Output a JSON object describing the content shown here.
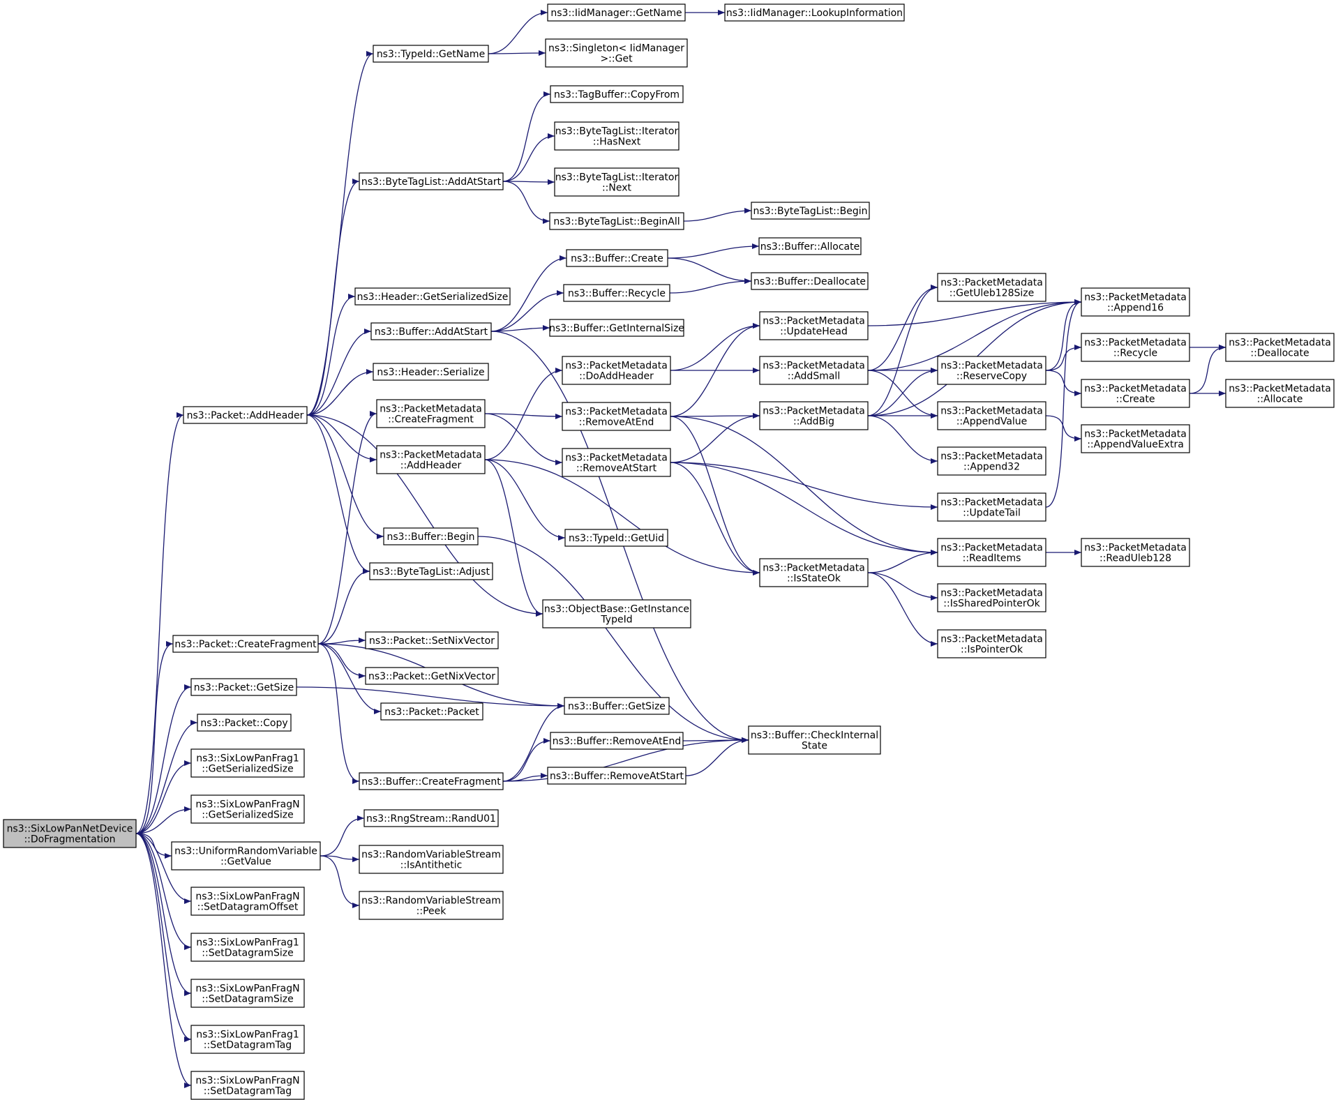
{
  "colors": {
    "edge": "#191970",
    "node_border": "#000000",
    "node_fill": "#ffffff",
    "root_fill": "#bfbfbf"
  },
  "root_id": "root",
  "nodes": [
    {
      "id": "root",
      "lines": [
        "ns3::SixLowPanNetDevice",
        "::DoFragmentation"
      ]
    },
    {
      "id": "pAddHeader",
      "lines": [
        "ns3::Packet::AddHeader"
      ]
    },
    {
      "id": "pCreateFrag",
      "lines": [
        "ns3::Packet::CreateFragment"
      ]
    },
    {
      "id": "pGetSize",
      "lines": [
        "ns3::Packet::GetSize"
      ]
    },
    {
      "id": "pCopy",
      "lines": [
        "ns3::Packet::Copy"
      ]
    },
    {
      "id": "f1GetSer",
      "lines": [
        "ns3::SixLowPanFrag1",
        "::GetSerializedSize"
      ]
    },
    {
      "id": "fNGetSer",
      "lines": [
        "ns3::SixLowPanFragN",
        "::GetSerializedSize"
      ]
    },
    {
      "id": "uniform",
      "lines": [
        "ns3::UniformRandomVariable",
        "::GetValue"
      ]
    },
    {
      "id": "fNSetOff",
      "lines": [
        "ns3::SixLowPanFragN",
        "::SetDatagramOffset"
      ]
    },
    {
      "id": "f1SetSize",
      "lines": [
        "ns3::SixLowPanFrag1",
        "::SetDatagramSize"
      ]
    },
    {
      "id": "fNSetSize",
      "lines": [
        "ns3::SixLowPanFragN",
        "::SetDatagramSize"
      ]
    },
    {
      "id": "f1SetTag",
      "lines": [
        "ns3::SixLowPanFrag1",
        "::SetDatagramTag"
      ]
    },
    {
      "id": "fNSetTag",
      "lines": [
        "ns3::SixLowPanFragN",
        "::SetDatagramTag"
      ]
    },
    {
      "id": "tidGetName",
      "lines": [
        "ns3::TypeId::GetName"
      ]
    },
    {
      "id": "btlAddAtStart",
      "lines": [
        "ns3::ByteTagList::AddAtStart"
      ]
    },
    {
      "id": "hGetSer",
      "lines": [
        "ns3::Header::GetSerializedSize"
      ]
    },
    {
      "id": "bAddAtStart",
      "lines": [
        "ns3::Buffer::AddAtStart"
      ]
    },
    {
      "id": "hSerialize",
      "lines": [
        "ns3::Header::Serialize"
      ]
    },
    {
      "id": "pmCreateFrag",
      "lines": [
        "ns3::PacketMetadata",
        "::CreateFragment"
      ]
    },
    {
      "id": "pmAddHeader",
      "lines": [
        "ns3::PacketMetadata",
        "::AddHeader"
      ]
    },
    {
      "id": "bBegin",
      "lines": [
        "ns3::Buffer::Begin"
      ]
    },
    {
      "id": "btlAdjust",
      "lines": [
        "ns3::ByteTagList::Adjust"
      ]
    },
    {
      "id": "pSetNix",
      "lines": [
        "ns3::Packet::SetNixVector"
      ]
    },
    {
      "id": "pGetNix",
      "lines": [
        "ns3::Packet::GetNixVector"
      ]
    },
    {
      "id": "pPacket",
      "lines": [
        "ns3::Packet::Packet"
      ]
    },
    {
      "id": "bCreateFrag",
      "lines": [
        "ns3::Buffer::CreateFragment"
      ]
    },
    {
      "id": "rngRand",
      "lines": [
        "ns3::RngStream::RandU01"
      ]
    },
    {
      "id": "rvsAnti",
      "lines": [
        "ns3::RandomVariableStream",
        "::IsAntithetic"
      ]
    },
    {
      "id": "rvsPeek",
      "lines": [
        "ns3::RandomVariableStream",
        "::Peek"
      ]
    },
    {
      "id": "iidGetName",
      "lines": [
        "ns3::IidManager::GetName"
      ]
    },
    {
      "id": "singleton",
      "lines": [
        "ns3::Singleton< IidManager",
        " >::Get"
      ]
    },
    {
      "id": "tbCopyFrom",
      "lines": [
        "ns3::TagBuffer::CopyFrom"
      ]
    },
    {
      "id": "btlHasNext",
      "lines": [
        "ns3::ByteTagList::Iterator",
        "::HasNext"
      ]
    },
    {
      "id": "btlNext",
      "lines": [
        "ns3::ByteTagList::Iterator",
        "::Next"
      ]
    },
    {
      "id": "btlBeginAll",
      "lines": [
        "ns3::ByteTagList::BeginAll"
      ]
    },
    {
      "id": "bCreate",
      "lines": [
        "ns3::Buffer::Create"
      ]
    },
    {
      "id": "bRecycle",
      "lines": [
        "ns3::Buffer::Recycle"
      ]
    },
    {
      "id": "bGetInternal",
      "lines": [
        "ns3::Buffer::GetInternalSize"
      ]
    },
    {
      "id": "pmDoAddHeader",
      "lines": [
        "ns3::PacketMetadata",
        "::DoAddHeader"
      ]
    },
    {
      "id": "pmRemoveAtEnd",
      "lines": [
        "ns3::PacketMetadata",
        "::RemoveAtEnd"
      ]
    },
    {
      "id": "pmRemoveAtStart",
      "lines": [
        "ns3::PacketMetadata",
        "::RemoveAtStart"
      ]
    },
    {
      "id": "tidGetUid",
      "lines": [
        "ns3::TypeId::GetUid"
      ]
    },
    {
      "id": "obGetInst",
      "lines": [
        "ns3::ObjectBase::GetInstance",
        "TypeId"
      ]
    },
    {
      "id": "bGetSize",
      "lines": [
        "ns3::Buffer::GetSize"
      ]
    },
    {
      "id": "bRemoveAtEnd",
      "lines": [
        "ns3::Buffer::RemoveAtEnd"
      ]
    },
    {
      "id": "bRemoveAtStart",
      "lines": [
        "ns3::Buffer::RemoveAtStart"
      ]
    },
    {
      "id": "iidLookup",
      "lines": [
        "ns3::IidManager::LookupInformation"
      ]
    },
    {
      "id": "btlBegin",
      "lines": [
        "ns3::ByteTagList::Begin"
      ]
    },
    {
      "id": "bAllocate",
      "lines": [
        "ns3::Buffer::Allocate"
      ]
    },
    {
      "id": "bDeallocate",
      "lines": [
        "ns3::Buffer::Deallocate"
      ]
    },
    {
      "id": "pmUpdateHead",
      "lines": [
        "ns3::PacketMetadata",
        "::UpdateHead"
      ]
    },
    {
      "id": "pmAddSmall",
      "lines": [
        "ns3::PacketMetadata",
        "::AddSmall"
      ]
    },
    {
      "id": "pmAddBig",
      "lines": [
        "ns3::PacketMetadata",
        "::AddBig"
      ]
    },
    {
      "id": "pmIsStateOk",
      "lines": [
        "ns3::PacketMetadata",
        "::IsStateOk"
      ]
    },
    {
      "id": "bCheckInternal",
      "lines": [
        "ns3::Buffer::CheckInternal",
        "State"
      ]
    },
    {
      "id": "pmGetUleb",
      "lines": [
        "ns3::PacketMetadata",
        "::GetUleb128Size"
      ]
    },
    {
      "id": "pmReserveCopy",
      "lines": [
        "ns3::PacketMetadata",
        "::ReserveCopy"
      ]
    },
    {
      "id": "pmAppendValue",
      "lines": [
        "ns3::PacketMetadata",
        "::AppendValue"
      ]
    },
    {
      "id": "pmAppend32",
      "lines": [
        "ns3::PacketMetadata",
        "::Append32"
      ]
    },
    {
      "id": "pmUpdateTail",
      "lines": [
        "ns3::PacketMetadata",
        "::UpdateTail"
      ]
    },
    {
      "id": "pmReadItems",
      "lines": [
        "ns3::PacketMetadata",
        "::ReadItems"
      ]
    },
    {
      "id": "pmIsShared",
      "lines": [
        "ns3::PacketMetadata",
        "::IsSharedPointerOk"
      ]
    },
    {
      "id": "pmIsPointer",
      "lines": [
        "ns3::PacketMetadata",
        "::IsPointerOk"
      ]
    },
    {
      "id": "pmAppend16",
      "lines": [
        "ns3::PacketMetadata",
        "::Append16"
      ]
    },
    {
      "id": "pmRecycle",
      "lines": [
        "ns3::PacketMetadata",
        "::Recycle"
      ]
    },
    {
      "id": "pmCreate",
      "lines": [
        "ns3::PacketMetadata",
        "::Create"
      ]
    },
    {
      "id": "pmAppendValueExtra",
      "lines": [
        "ns3::PacketMetadata",
        "::AppendValueExtra"
      ]
    },
    {
      "id": "pmReadUleb",
      "lines": [
        "ns3::PacketMetadata",
        "::ReadUleb128"
      ]
    },
    {
      "id": "pmDeallocate",
      "lines": [
        "ns3::PacketMetadata",
        "::Deallocate"
      ]
    },
    {
      "id": "pmAllocate",
      "lines": [
        "ns3::PacketMetadata",
        "::Allocate"
      ]
    }
  ],
  "edges": [
    [
      "root",
      "pAddHeader"
    ],
    [
      "root",
      "pCreateFrag"
    ],
    [
      "root",
      "pGetSize"
    ],
    [
      "root",
      "pCopy"
    ],
    [
      "root",
      "f1GetSer"
    ],
    [
      "root",
      "fNGetSer"
    ],
    [
      "root",
      "uniform"
    ],
    [
      "root",
      "fNSetOff"
    ],
    [
      "root",
      "f1SetSize"
    ],
    [
      "root",
      "fNSetSize"
    ],
    [
      "root",
      "f1SetTag"
    ],
    [
      "root",
      "fNSetTag"
    ],
    [
      "pAddHeader",
      "tidGetName"
    ],
    [
      "pAddHeader",
      "btlAddAtStart"
    ],
    [
      "pAddHeader",
      "hGetSer"
    ],
    [
      "pAddHeader",
      "bAddAtStart"
    ],
    [
      "pAddHeader",
      "hSerialize"
    ],
    [
      "pAddHeader",
      "pmAddHeader"
    ],
    [
      "pAddHeader",
      "bBegin"
    ],
    [
      "pAddHeader",
      "btlAdjust"
    ],
    [
      "pAddHeader",
      "obGetInst"
    ],
    [
      "pCreateFrag",
      "pmCreateFrag"
    ],
    [
      "pCreateFrag",
      "btlAdjust"
    ],
    [
      "pCreateFrag",
      "pSetNix"
    ],
    [
      "pCreateFrag",
      "pGetNix"
    ],
    [
      "pCreateFrag",
      "pPacket"
    ],
    [
      "pCreateFrag",
      "bCreateFrag"
    ],
    [
      "pCreateFrag",
      "bGetSize"
    ],
    [
      "pGetSize",
      "bGetSize"
    ],
    [
      "uniform",
      "rngRand"
    ],
    [
      "uniform",
      "rvsAnti"
    ],
    [
      "uniform",
      "rvsPeek"
    ],
    [
      "tidGetName",
      "iidGetName"
    ],
    [
      "tidGetName",
      "singleton"
    ],
    [
      "iidGetName",
      "iidLookup"
    ],
    [
      "btlAddAtStart",
      "tbCopyFrom"
    ],
    [
      "btlAddAtStart",
      "btlHasNext"
    ],
    [
      "btlAddAtStart",
      "btlNext"
    ],
    [
      "btlAddAtStart",
      "btlBeginAll"
    ],
    [
      "btlBeginAll",
      "btlBegin"
    ],
    [
      "bAddAtStart",
      "bCreate"
    ],
    [
      "bAddAtStart",
      "bRecycle"
    ],
    [
      "bAddAtStart",
      "bGetInternal"
    ],
    [
      "bAddAtStart",
      "bCheckInternal"
    ],
    [
      "bCreate",
      "bAllocate"
    ],
    [
      "bCreate",
      "bDeallocate"
    ],
    [
      "bRecycle",
      "bDeallocate"
    ],
    [
      "pmCreateFrag",
      "pmRemoveAtEnd"
    ],
    [
      "pmCreateFrag",
      "pmRemoveAtStart"
    ],
    [
      "pmAddHeader",
      "pmDoAddHeader"
    ],
    [
      "pmAddHeader",
      "tidGetUid"
    ],
    [
      "pmAddHeader",
      "obGetInst"
    ],
    [
      "pmAddHeader",
      "pmIsStateOk"
    ],
    [
      "bBegin",
      "bCheckInternal"
    ],
    [
      "bCreateFrag",
      "bGetSize"
    ],
    [
      "bCreateFrag",
      "bRemoveAtEnd"
    ],
    [
      "bCreateFrag",
      "bRemoveAtStart"
    ],
    [
      "bCreateFrag",
      "bCheckInternal"
    ],
    [
      "bRemoveAtEnd",
      "bCheckInternal"
    ],
    [
      "bRemoveAtStart",
      "bCheckInternal"
    ],
    [
      "pmDoAddHeader",
      "pmUpdateHead"
    ],
    [
      "pmDoAddHeader",
      "pmAddSmall"
    ],
    [
      "pmRemoveAtEnd",
      "pmAddBig"
    ],
    [
      "pmRemoveAtEnd",
      "pmIsStateOk"
    ],
    [
      "pmRemoveAtEnd",
      "pmUpdateHead"
    ],
    [
      "pmRemoveAtEnd",
      "pmReadItems"
    ],
    [
      "pmRemoveAtStart",
      "pmAddBig"
    ],
    [
      "pmRemoveAtStart",
      "pmIsStateOk"
    ],
    [
      "pmRemoveAtStart",
      "pmUpdateTail"
    ],
    [
      "pmRemoveAtStart",
      "pmReadItems"
    ],
    [
      "pmUpdateHead",
      "pmAppend16"
    ],
    [
      "pmAddSmall",
      "pmGetUleb"
    ],
    [
      "pmAddSmall",
      "pmReserveCopy"
    ],
    [
      "pmAddSmall",
      "pmAppendValue"
    ],
    [
      "pmAddSmall",
      "pmAppend16"
    ],
    [
      "pmAddBig",
      "pmGetUleb"
    ],
    [
      "pmAddBig",
      "pmReserveCopy"
    ],
    [
      "pmAddBig",
      "pmAppendValue"
    ],
    [
      "pmAddBig",
      "pmAppend32"
    ],
    [
      "pmAddBig",
      "pmAppend16"
    ],
    [
      "pmIsStateOk",
      "pmReadItems"
    ],
    [
      "pmIsStateOk",
      "pmIsShared"
    ],
    [
      "pmIsStateOk",
      "pmIsPointer"
    ],
    [
      "pmReserveCopy",
      "pmAppend16"
    ],
    [
      "pmReserveCopy",
      "pmRecycle"
    ],
    [
      "pmReserveCopy",
      "pmCreate"
    ],
    [
      "pmAppendValue",
      "pmAppendValueExtra"
    ],
    [
      "pmUpdateTail",
      "pmAppend16"
    ],
    [
      "pmReadItems",
      "pmReadUleb"
    ],
    [
      "pmRecycle",
      "pmDeallocate"
    ],
    [
      "pmCreate",
      "pmDeallocate"
    ],
    [
      "pmCreate",
      "pmAllocate"
    ]
  ]
}
